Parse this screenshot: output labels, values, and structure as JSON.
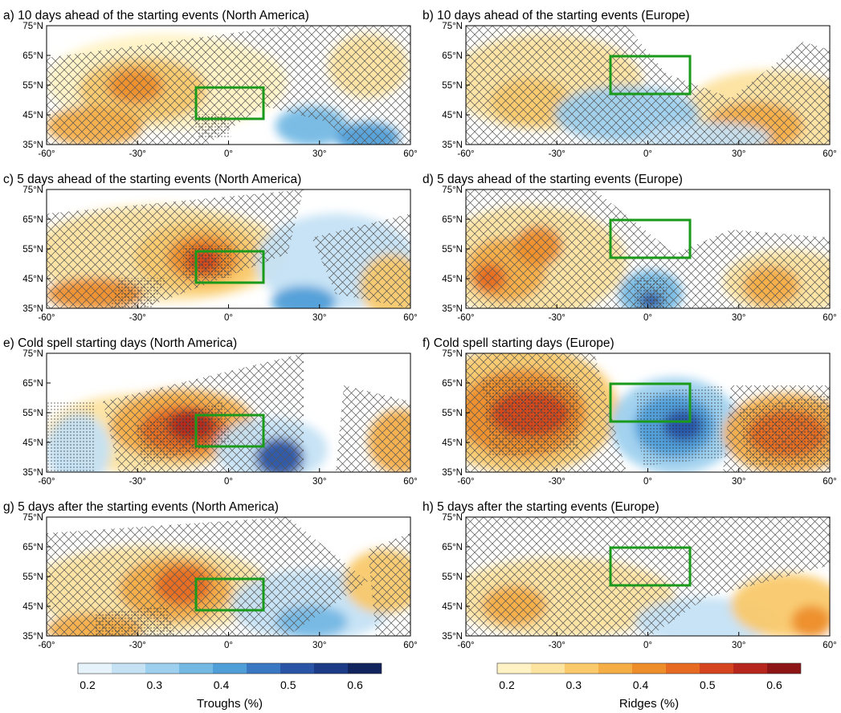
{
  "figure": {
    "panels": [
      {
        "id": "a",
        "title": "a) 10 days ahead of the starting events (North America)"
      },
      {
        "id": "b",
        "title": "b) 10 days ahead of the starting events (Europe)"
      },
      {
        "id": "c",
        "title": "c) 5 days ahead of the starting events (North America)"
      },
      {
        "id": "d",
        "title": "d) 5 days ahead of the starting events (Europe)"
      },
      {
        "id": "e",
        "title": "e) Cold spell starting days (North America)"
      },
      {
        "id": "f",
        "title": "f) Cold spell starting days (Europe)"
      },
      {
        "id": "g",
        "title": "g) 5 days after the starting events (North America)"
      },
      {
        "id": "h",
        "title": "h) 5 days after the starting events (Europe)"
      }
    ],
    "lat_ticks": [
      "75°N",
      "65°N",
      "55°N",
      "45°N",
      "35°N"
    ],
    "lon_ticks": [
      "-60°",
      "-30°",
      "0°",
      "30°",
      "60°"
    ],
    "box_color": "#1a9a1a",
    "colorbars": {
      "troughs": {
        "title": "Troughs (%)",
        "labels": [
          "0.2",
          "0.3",
          "0.4",
          "0.5",
          "0.6"
        ],
        "colors": [
          "#e6f3fb",
          "#c4e2f4",
          "#9dd0ee",
          "#74b8e4",
          "#4f9ed8",
          "#3a78c4",
          "#2a55a6",
          "#1c3b86",
          "#12245e"
        ]
      },
      "ridges": {
        "title": "Ridges (%)",
        "labels": [
          "0.2",
          "0.3",
          "0.4",
          "0.5",
          "0.6"
        ],
        "colors": [
          "#fff2c4",
          "#fde3a0",
          "#f9c96c",
          "#f5ad46",
          "#ee8e2a",
          "#e66a22",
          "#d4451f",
          "#b7261c",
          "#8e1515"
        ]
      }
    }
  }
}
